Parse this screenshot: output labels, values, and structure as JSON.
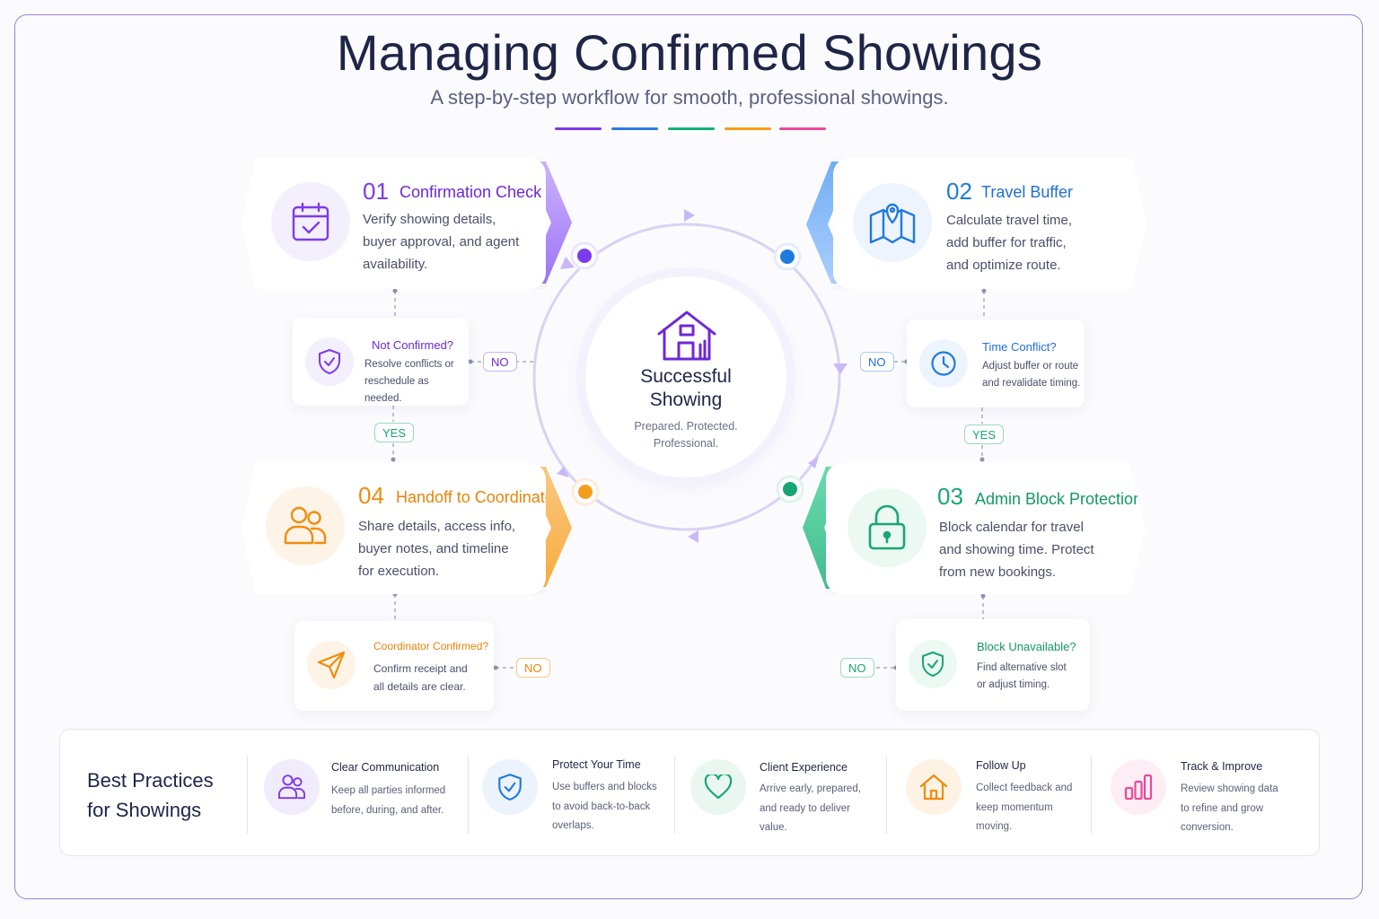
{
  "header": {
    "title": "Managing Confirmed Showings",
    "subtitle": "A step-by-step workflow for smooth, professional showings.",
    "accent_colors": [
      "#7c3aed",
      "#2d7be5",
      "#17b07a",
      "#f59e1b",
      "#ec4899"
    ]
  },
  "center": {
    "icon": "house-icon",
    "title_line1": "Successful",
    "title_line2": "Showing",
    "sub_line1": "Prepared. Protected.",
    "sub_line2": "Professional."
  },
  "steps": [
    {
      "num": "01",
      "title": "Confirmation Check",
      "color": "#7c3aed",
      "icon": "calendar-check-icon",
      "desc": [
        "Verify showing details,",
        "buyer approval, and agent",
        "availability."
      ]
    },
    {
      "num": "02",
      "title": "Travel Buffer",
      "color": "#2d7be5",
      "icon": "map-pin-icon",
      "desc": [
        "Calculate travel time,",
        "add buffer for traffic,",
        "and optimize route."
      ]
    },
    {
      "num": "03",
      "title": "Admin Block Protection",
      "color": "#17a673",
      "icon": "lock-icon",
      "desc": [
        "Block calendar for travel",
        "and showing time. Protect",
        "from new bookings."
      ]
    },
    {
      "num": "04",
      "title": "Handoff to Coordinator",
      "color": "#f08c0e",
      "icon": "users-icon",
      "desc": [
        "Share details, access info,",
        "buyer notes, and timeline",
        "for execution."
      ]
    }
  ],
  "decisions": [
    {
      "title": "Not Confirmed?",
      "color": "#6d28d9",
      "icon": "shield-check-icon",
      "desc": [
        "Resolve conflicts or",
        "reschedule as needed."
      ],
      "no_label": "NO",
      "yes_label": "YES"
    },
    {
      "title": "Time Conflict?",
      "color": "#2d7be5",
      "icon": "clock-icon",
      "desc": [
        "Adjust buffer or route",
        "and revalidate timing."
      ],
      "no_label": "NO",
      "yes_label": "YES"
    },
    {
      "title": "Block Unavailable?",
      "color": "#17a673",
      "icon": "shield-check-icon",
      "desc": [
        "Find alternative slot",
        "or adjust timing."
      ],
      "no_label": "NO"
    },
    {
      "title": "Coordinator Confirmed?",
      "color": "#f08c0e",
      "icon": "send-icon",
      "desc": [
        "Confirm receipt and",
        "all details are clear."
      ],
      "no_label": "NO"
    }
  ],
  "best_practices": {
    "title_line1": "Best Practices",
    "title_line2": "for Showings",
    "items": [
      {
        "title": "Clear Communication",
        "color": "#7c3aed",
        "icon": "users-icon",
        "desc": [
          "Keep all parties informed",
          "before, during, and after."
        ]
      },
      {
        "title": "Protect Your Time",
        "color": "#2d7be5",
        "icon": "shield-check-icon",
        "desc": [
          "Use buffers and blocks",
          "to avoid back-to-back",
          "overlaps."
        ]
      },
      {
        "title": "Client Experience",
        "color": "#17a673",
        "icon": "heart-icon",
        "desc": [
          "Arrive early, prepared,",
          "and ready to deliver",
          "value."
        ]
      },
      {
        "title": "Follow Up",
        "color": "#f08c0e",
        "icon": "home-icon",
        "desc": [
          "Collect feedback and",
          "keep momentum",
          "moving."
        ]
      },
      {
        "title": "Track & Improve",
        "color": "#ec4899",
        "icon": "bar-chart-icon",
        "desc": [
          "Review showing data",
          "to refine and grow",
          "conversion."
        ]
      }
    ]
  }
}
